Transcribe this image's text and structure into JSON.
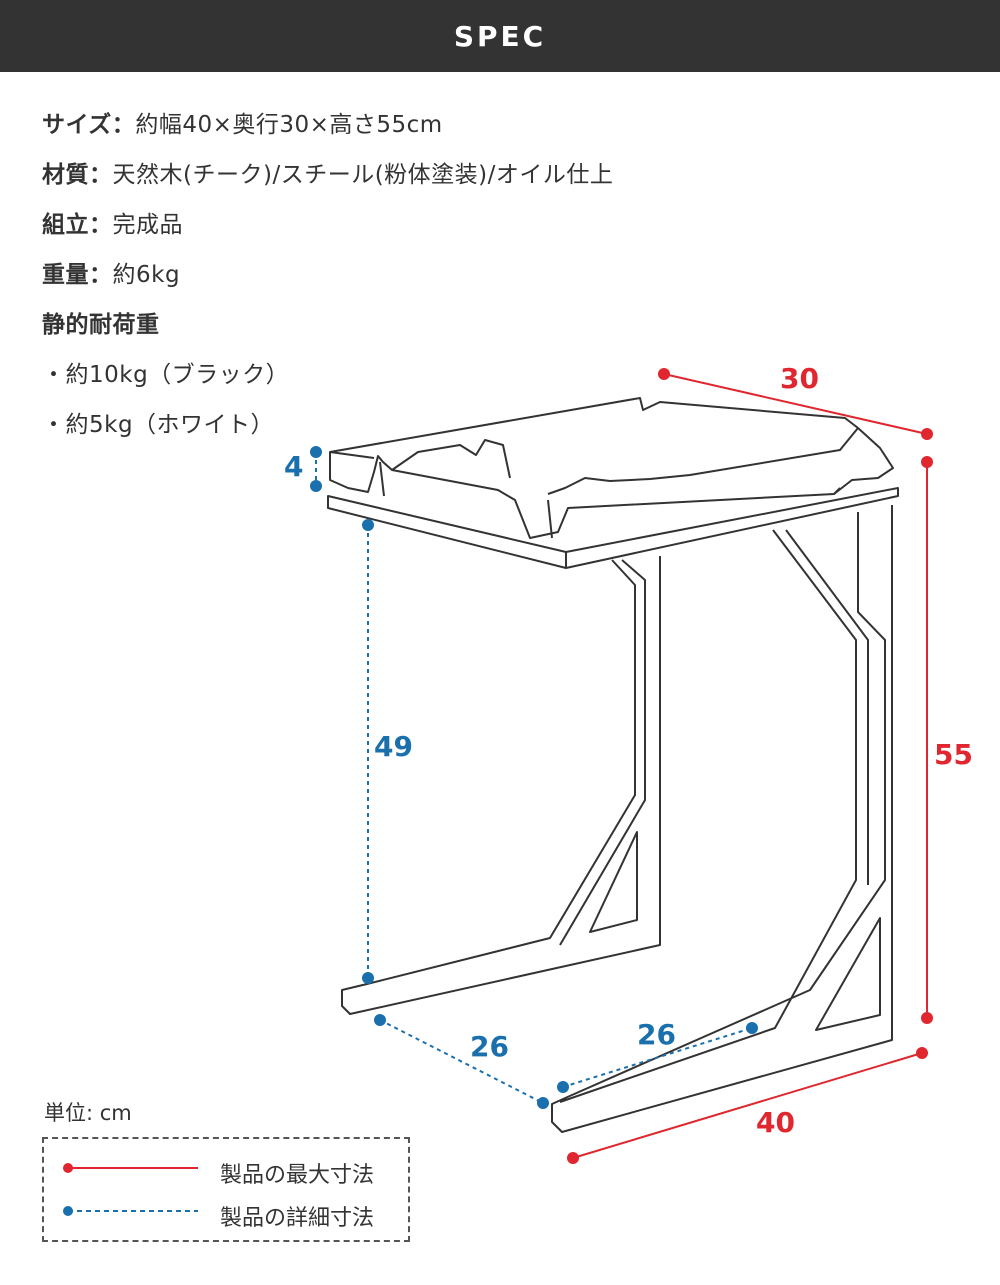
{
  "header": {
    "title": "SPEC"
  },
  "specs": [
    {
      "label": "サイズ：",
      "value": "約幅40×奥行30×高さ55cm"
    },
    {
      "label": "材質：",
      "value": "天然木(チーク)/スチール(粉体塗装)/オイル仕上"
    },
    {
      "label": "組立：",
      "value": "完成品"
    },
    {
      "label": "重量：",
      "value": "約6kg"
    },
    {
      "label": "静的耐荷重",
      "value": ""
    },
    {
      "label": "",
      "value": "・約10kg（ブラック）"
    },
    {
      "label": "",
      "value": "・約5kg（ホワイト）"
    }
  ],
  "dimensions": {
    "top_thickness": "4",
    "height_under_top": "49",
    "depth_total": "30",
    "height_total": "55",
    "width_total": "40",
    "base_depth": "26",
    "base_width": "26"
  },
  "unit_label": "単位: cm",
  "legend": {
    "max_label": "製品の最大寸法",
    "detail_label": "製品の詳細寸法"
  },
  "colors": {
    "max": "#e0262e",
    "detail": "#1a6fad",
    "header_bg": "#333333"
  }
}
